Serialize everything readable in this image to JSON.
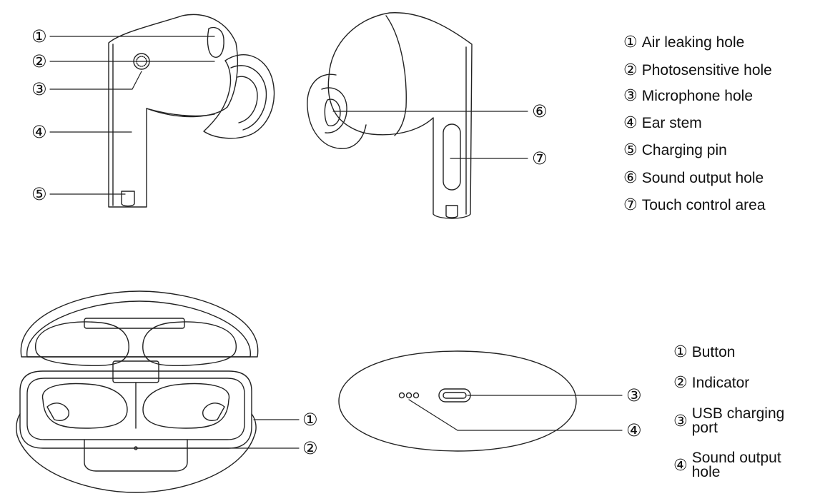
{
  "earbud_legend": [
    {
      "num": "①",
      "text": "Air leaking hole"
    },
    {
      "num": "②",
      "text": "Photosensitive hole"
    },
    {
      "num": "③",
      "text": "Microphone hole"
    },
    {
      "num": "④",
      "text": "Ear stem"
    },
    {
      "num": "⑤",
      "text": "Charging pin"
    },
    {
      "num": "⑥",
      "text": "Sound output hole"
    },
    {
      "num": "⑦",
      "text": "Touch control area"
    }
  ],
  "case_legend": [
    {
      "num": "①",
      "text": "Button"
    },
    {
      "num": "②",
      "text": "Indicator"
    },
    {
      "num": "③",
      "text": "USB charging port"
    },
    {
      "num": "④",
      "text": "Sound output hole"
    }
  ],
  "callouts": {
    "earbud_front": [
      "①",
      "②",
      "③",
      "④",
      "⑤"
    ],
    "earbud_back": [
      "⑥",
      "⑦"
    ],
    "case_open": [
      "①",
      "②"
    ],
    "case_bottom": [
      "③",
      "④"
    ]
  }
}
